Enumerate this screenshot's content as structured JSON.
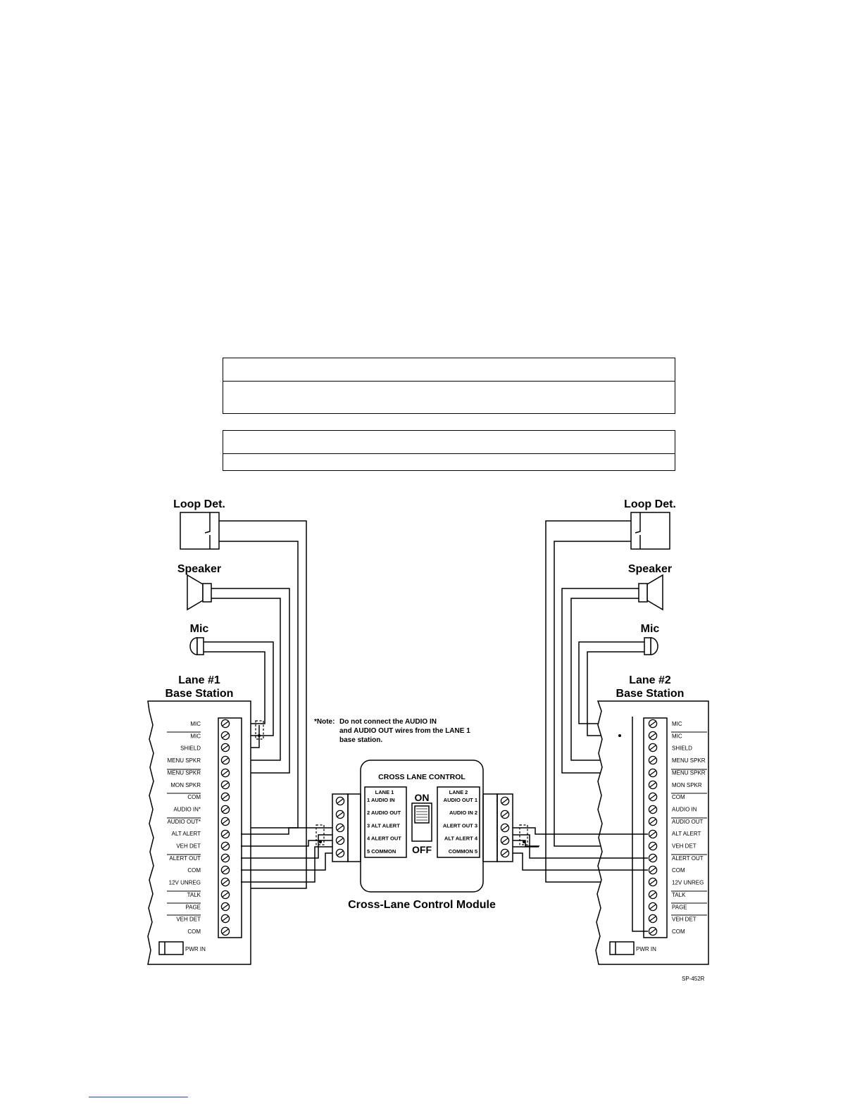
{
  "devices": {
    "left": {
      "loop": "Loop  Det.",
      "speaker": "Speaker",
      "mic": "Mic",
      "station_line1": "Lane #1",
      "station_line2": "Base Station",
      "pwr": "PWR IN"
    },
    "right": {
      "loop": "Loop  Det.",
      "speaker": "Speaker",
      "mic": "Mic",
      "station_line1": "Lane #2",
      "station_line2": "Base Station",
      "pwr": "PWR IN"
    }
  },
  "left_terminals": [
    "MIC",
    "MIC",
    "SHIELD",
    "MENU SPKR",
    "MENU SPKR",
    "MON SPKR",
    "COM",
    "AUDIO IN*",
    "AUDIO OUT*",
    "ALT ALERT",
    "VEH DET",
    "ALERT OUT",
    "COM",
    "12V UNREG",
    "TALK",
    "PAGE",
    "VEH DET",
    "COM"
  ],
  "right_terminals": [
    "MIC",
    "MIC",
    "SHIELD",
    "MENU SPKR",
    "MENU SPKR",
    "MON SPKR",
    "COM",
    "AUDIO IN",
    "AUDIO OUT",
    "ALT ALERT",
    "VEH DET",
    "ALERT OUT",
    "COM",
    "12V UNREG",
    "TALK",
    "PAGE",
    "VEH DET",
    "COM"
  ],
  "module": {
    "header": "CROSS LANE CONTROL",
    "lane1_title": "LANE 1",
    "lane1_items": [
      "1  AUDIO IN",
      "2  AUDIO OUT",
      "3  ALT ALERT",
      "4  ALERT OUT",
      "5  COMMON"
    ],
    "lane2_title": "LANE 2",
    "lane2_items": [
      "AUDIO OUT  1",
      "AUDIO IN  2",
      "ALERT OUT  3",
      "ALT ALERT  4",
      "COMMON  5"
    ],
    "switch_on": "ON",
    "switch_off": "OFF",
    "caption": "Cross-Lane Control Module"
  },
  "note": {
    "prefix": "*Note:",
    "line1": "Do not connect the AUDIO IN",
    "line2": "and AUDIO OUT wires from the LANE 1",
    "line3": "base station."
  },
  "figure_code": "SP-452R"
}
